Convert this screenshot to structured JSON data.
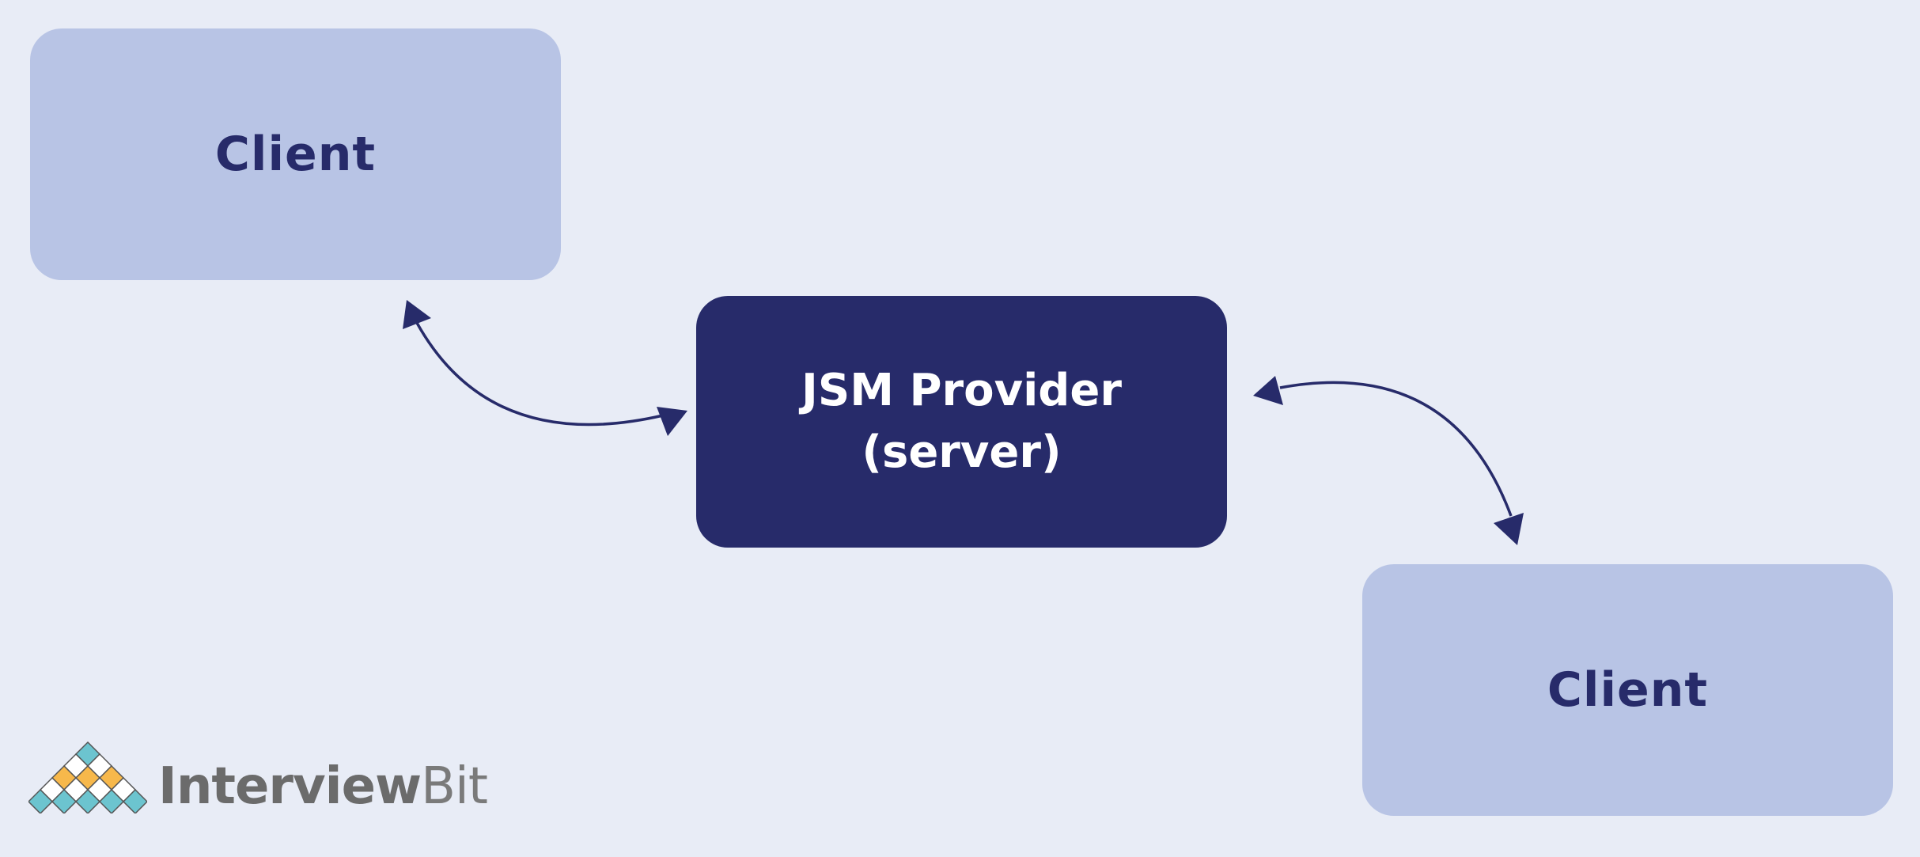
{
  "diagram": {
    "client_top": {
      "label": "Client"
    },
    "server": {
      "line1": "JSM Provider",
      "line2": "(server)"
    },
    "client_bottom": {
      "label": "Client"
    }
  },
  "logo": {
    "name_bold": "Interview",
    "name_light": "Bit"
  },
  "colors": {
    "background": "#e8ecf6",
    "client_fill": "#b8c4e5",
    "server_fill": "#272b6a",
    "text_dark": "#272b6a",
    "text_light": "#ffffff",
    "arrow": "#272b6a",
    "logo_teal": "#6cc4cf",
    "logo_orange": "#f7b84b",
    "logo_gray": "#6b6b6b"
  }
}
